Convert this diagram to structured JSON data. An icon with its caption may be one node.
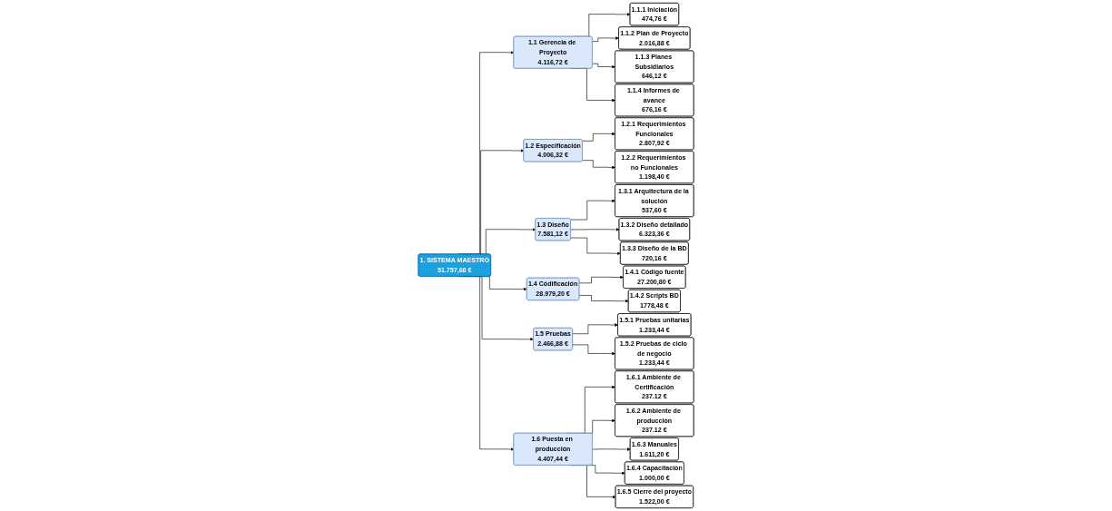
{
  "diagram": {
    "nodes": [
      {
        "text": [
          "1. SISTEMA MAESTRO",
          "51.757,68 €"
        ]
      },
      {
        "text": [
          "1.1 Gerencia de Proyecto",
          "4.116,72 €"
        ]
      },
      {
        "text": [
          "1.2 Especificación",
          "4.006,32 €"
        ]
      },
      {
        "text": [
          "1.3 Diseño",
          "7.581,12 €"
        ]
      },
      {
        "text": [
          "1.4 Códificación",
          "28.979,20 €"
        ]
      },
      {
        "text": [
          "1.5 Pruebas",
          "2.466,88 €"
        ]
      },
      {
        "text": [
          "1.6 Puesta en producción",
          "4.407,44 €"
        ]
      },
      {
        "text": [
          "1.1.1 Iniciación",
          "474,76 €"
        ]
      },
      {
        "text": [
          "1.1.2 Plan de Proyecto",
          "2.016,88 €"
        ]
      },
      {
        "text": [
          "1.1.3 Planes Subsidiarios",
          "646,12 €"
        ]
      },
      {
        "text": [
          "1.1.4 Informes de avance",
          "676,16 €"
        ]
      },
      {
        "text": [
          "1.2.1 Requerimientos Funcionales",
          "2.807,92 €"
        ]
      },
      {
        "text": [
          "1.2.2 Requerimientos no Funcionales",
          "1.198,40 €"
        ]
      },
      {
        "text": [
          "1.3.1 Arquitectura de la solución",
          "537,60 €"
        ]
      },
      {
        "text": [
          "1.3.2 Diseño detallado",
          "6.323,36 €"
        ]
      },
      {
        "text": [
          "1.3.3 Diseño de la BD",
          "720,16 €"
        ]
      },
      {
        "text": [
          "1.4.1 Código fuente",
          "27.200,80 €"
        ]
      },
      {
        "text": [
          "1.4.2 Scripts BD",
          "1778,48 €"
        ]
      },
      {
        "text": [
          "1.5.1 Pruebas unitarias",
          "1.233,44 €"
        ]
      },
      {
        "text": [
          "1.5.2 Pruebas de ciclo de negocio",
          "1.233,44 €"
        ]
      },
      {
        "text": [
          "1.6.1 Ambiente de Certificación",
          "237.12 €"
        ]
      },
      {
        "text": [
          "1.6.2 Ambiente de producción",
          "237.12 €"
        ]
      },
      {
        "text": [
          "1.6.3 Manuales",
          "1.611,20 €"
        ]
      },
      {
        "text": [
          "1.6.4 Capacitación",
          "1.000,00 €"
        ]
      },
      {
        "text": [
          "1.6.5 Cierre del proyecto",
          "1.522,00 €"
        ]
      }
    ],
    "edges": [
      {
        "from": 0,
        "to": 1,
        "arrow": "to"
      },
      {
        "from": 0,
        "to": 2,
        "arrow": "to"
      },
      {
        "from": 0,
        "to": 3,
        "arrow": "to"
      },
      {
        "from": 0,
        "to": 4,
        "arrow": "to"
      },
      {
        "from": 0,
        "to": 5,
        "arrow": "to"
      },
      {
        "from": 0,
        "to": 6,
        "arrow": "to"
      },
      {
        "from": 1,
        "to": 7,
        "arrow": "to"
      },
      {
        "from": 1,
        "to": 8,
        "arrow": "to"
      },
      {
        "from": 1,
        "to": 9,
        "arrow": "to"
      },
      {
        "from": 1,
        "to": 10,
        "arrow": "to"
      },
      {
        "from": 2,
        "to": 11,
        "arrow": "to"
      },
      {
        "from": 2,
        "to": 12,
        "arrow": "to"
      },
      {
        "from": 3,
        "to": 13,
        "arrow": "to"
      },
      {
        "from": 3,
        "to": 14,
        "arrow": "to"
      },
      {
        "from": 3,
        "to": 15,
        "arrow": "to"
      },
      {
        "from": 4,
        "to": 16,
        "arrow": "to"
      },
      {
        "from": 4,
        "to": 17,
        "arrow": "to"
      },
      {
        "from": 5,
        "to": 18,
        "arrow": "to"
      },
      {
        "from": 5,
        "to": 19,
        "arrow": "to"
      },
      {
        "from": 6,
        "to": 20,
        "arrow": "to"
      },
      {
        "from": 6,
        "to": 21,
        "arrow": "to"
      },
      {
        "from": 6,
        "to": 22,
        "arrow": "to"
      },
      {
        "from": 6,
        "to": 23,
        "arrow": "to"
      },
      {
        "from": 6,
        "to": 24,
        "arrow": "to"
      }
    ]
  }
}
